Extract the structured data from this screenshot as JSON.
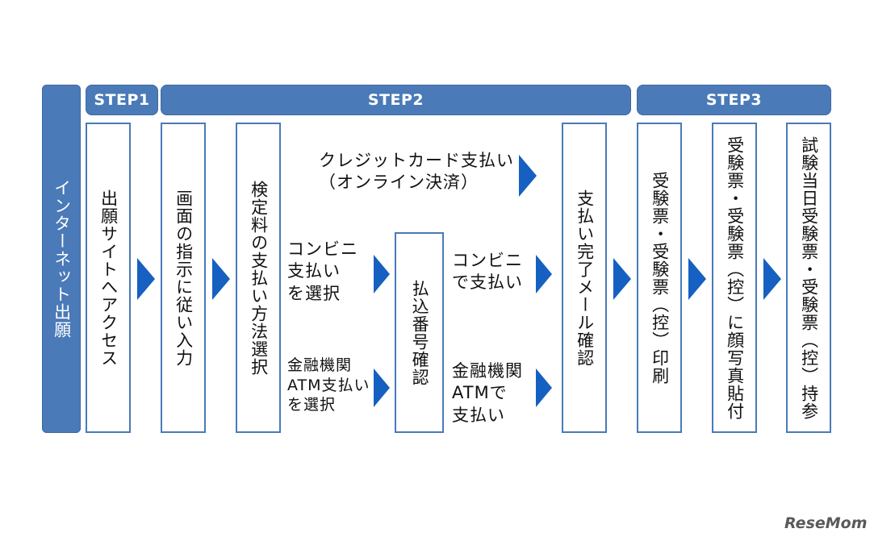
{
  "side_label": "インターネット出願",
  "steps": {
    "step1": "STEP1",
    "step2": "STEP2",
    "step3": "STEP3"
  },
  "boxes": {
    "access": "出願サイトへアクセス",
    "input": "画面の指示に従い入力",
    "method": "検定料の支払い方法選択",
    "number": "払込番号確認",
    "mail": "支払い完了メール確認",
    "print": "受験票・受験票（控）印刷",
    "photo": "受験票・受験票（控）に顔写真貼付",
    "bring": "試験当日受験票・受験票（控）持参"
  },
  "labels": {
    "credit": "クレジットカード支払い\n（オンライン決済）",
    "conveni_select": "コンビニ\n支払い\nを選択",
    "atm_select": "金融機関\nATM支払い\nを選択",
    "conveni_pay": "コンビニ\nで支払い",
    "atm_pay": "金融機関\nATMで\n支払い"
  },
  "logo": "ReseMom",
  "colors": {
    "primary": "#4a7ab8",
    "arrow": "#1560c0"
  },
  "icons": [
    "arrow-right-icon"
  ]
}
